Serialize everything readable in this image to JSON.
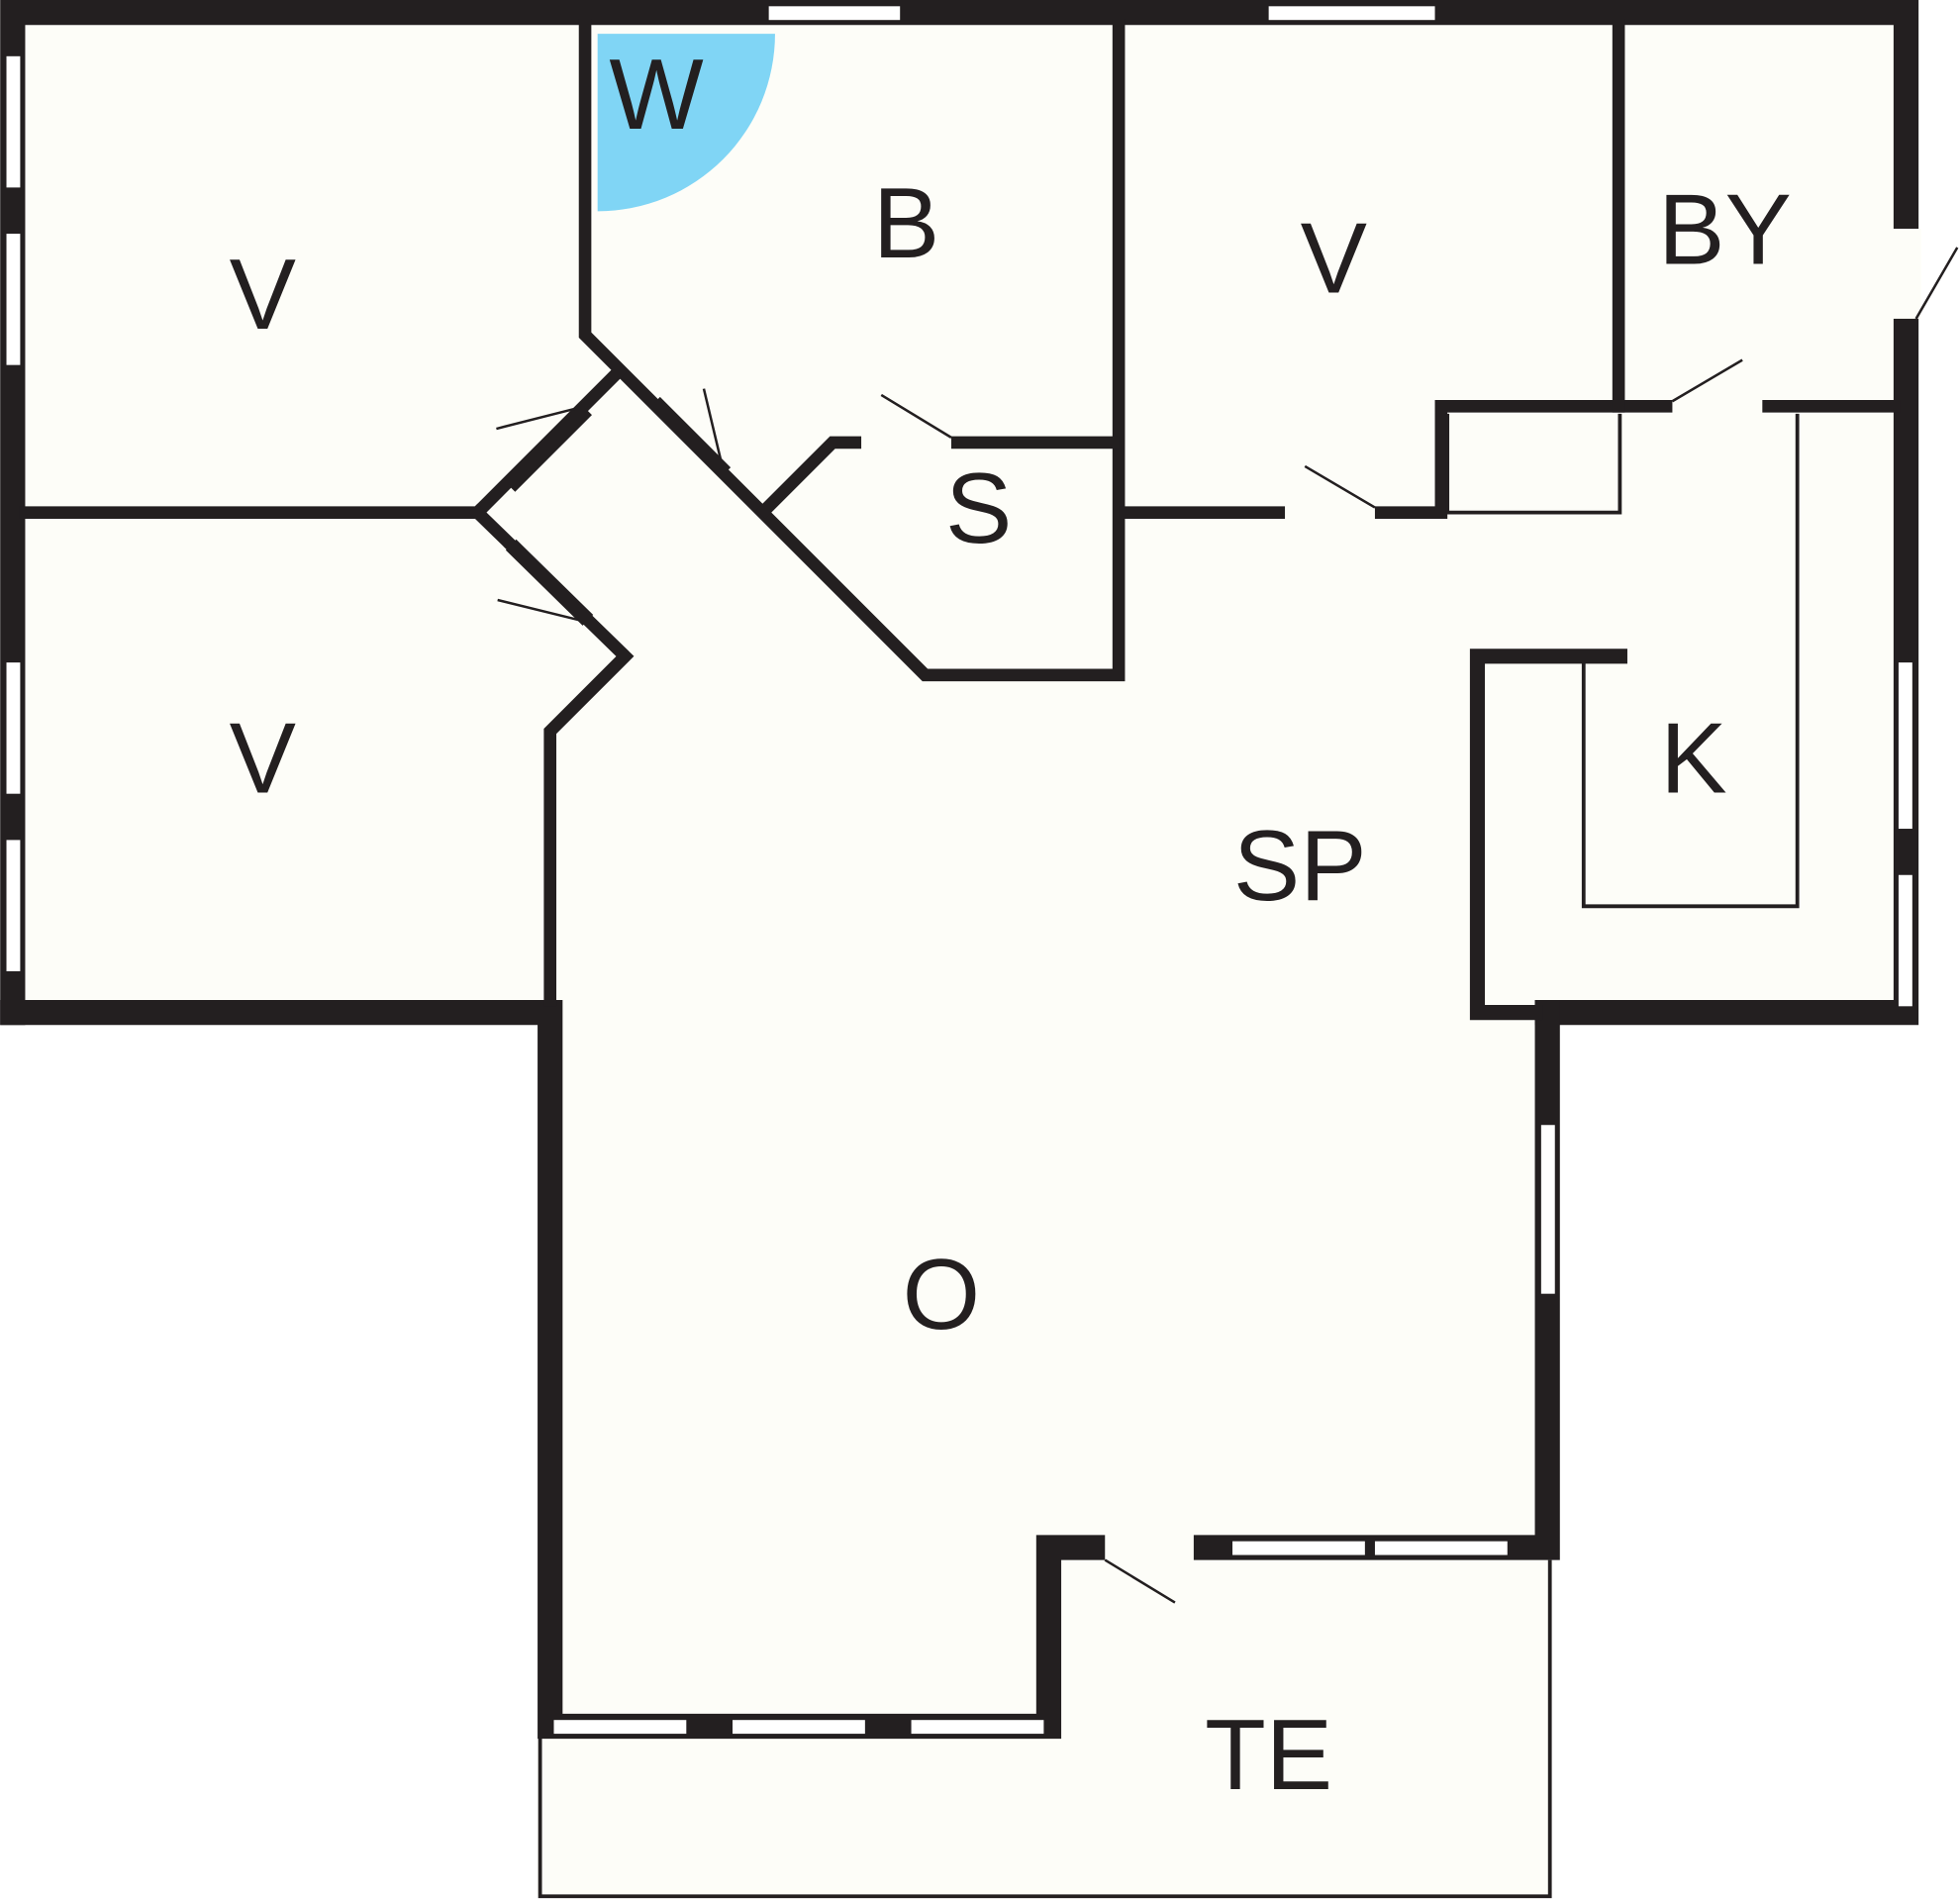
{
  "floorplan": {
    "rooms": [
      {
        "id": "bedroom-top-left",
        "label": "V"
      },
      {
        "id": "bedroom-bottom-left",
        "label": "V"
      },
      {
        "id": "bathroom",
        "label": "B"
      },
      {
        "id": "washer",
        "label": "W"
      },
      {
        "id": "storage",
        "label": "S"
      },
      {
        "id": "bedroom-top-right",
        "label": "V"
      },
      {
        "id": "utility",
        "label": "BY"
      },
      {
        "id": "kitchen",
        "label": "K"
      },
      {
        "id": "dining",
        "label": "SP"
      },
      {
        "id": "living",
        "label": "O"
      },
      {
        "id": "terrace",
        "label": "TE"
      }
    ],
    "colors": {
      "wall": "#231f20",
      "floor": "#fdfdf8",
      "washer": "#80d5f5"
    }
  }
}
